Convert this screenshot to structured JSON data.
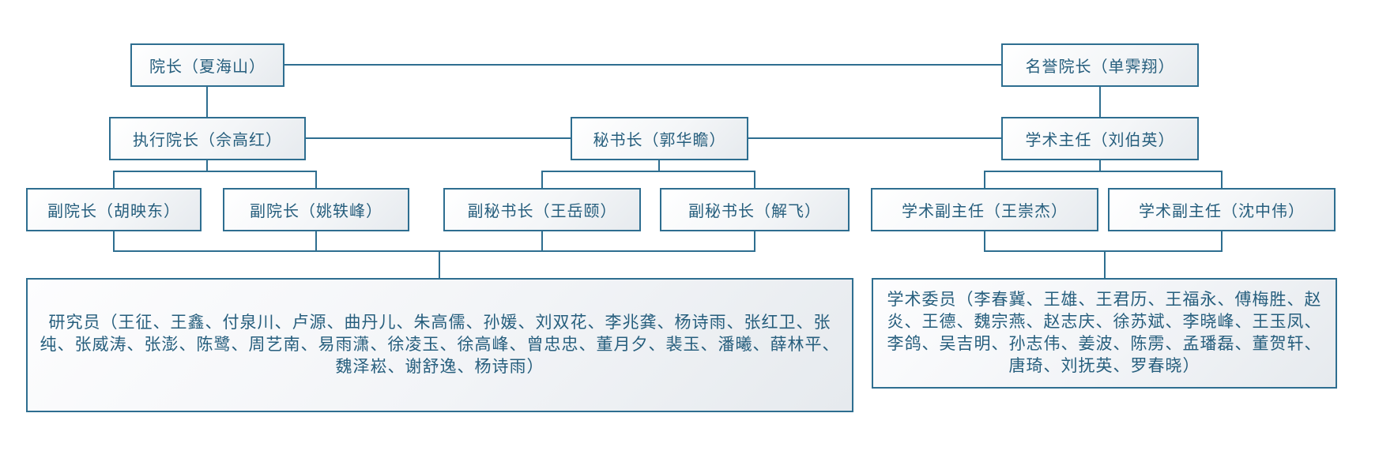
{
  "colors": {
    "line": "#2e6e90",
    "box_border": "#2e6e90",
    "box_text": "#265e7d",
    "box_fill_top": "#ffffff",
    "box_fill_bottom": "#e6eaee",
    "page_background": "#ffffff"
  },
  "org_chart": {
    "type": "org-tree",
    "nodes": {
      "dean": "院长（夏海山）",
      "honorary_dean": "名誉院长（单霁翔）",
      "executive_dean": "执行院长（佘高红）",
      "secretary_general": "秘书长（郭华瞻）",
      "academic_director": "学术主任（刘伯英）",
      "vice_dean_1": "副院长（胡映东）",
      "vice_dean_2": "副院长（姚轶峰）",
      "deputy_secretary_1": "副秘书长（王岳颐）",
      "deputy_secretary_2": "副秘书长（解飞）",
      "academic_deputy_director_1": "学术副主任（王崇杰）",
      "academic_deputy_director_2": "学术副主任（沈中伟）",
      "researchers": "研究员（王征、王鑫、付泉川、卢源、曲丹儿、朱高儒、孙媛、刘双花、李兆龚、杨诗雨、张红卫、张纯、张威涛、张澎、陈鹭、周艺南、易雨潇、徐凌玉、徐高峰、曾忠忠、董月夕、裴玉、潘曦、薛林平、魏泽崧、谢舒逸、杨诗雨）",
      "academic_committee": "学术委员（李春冀、王雄、王君历、王福永、傅梅胜、赵炎、王德、魏宗燕、赵志庆、徐苏斌、李晓峰、王玉凤、李鸽、吴吉明、孙志伟、姜波、陈雳、孟璠磊、董贺轩、唐琦、刘抚英、罗春晓）"
    }
  }
}
